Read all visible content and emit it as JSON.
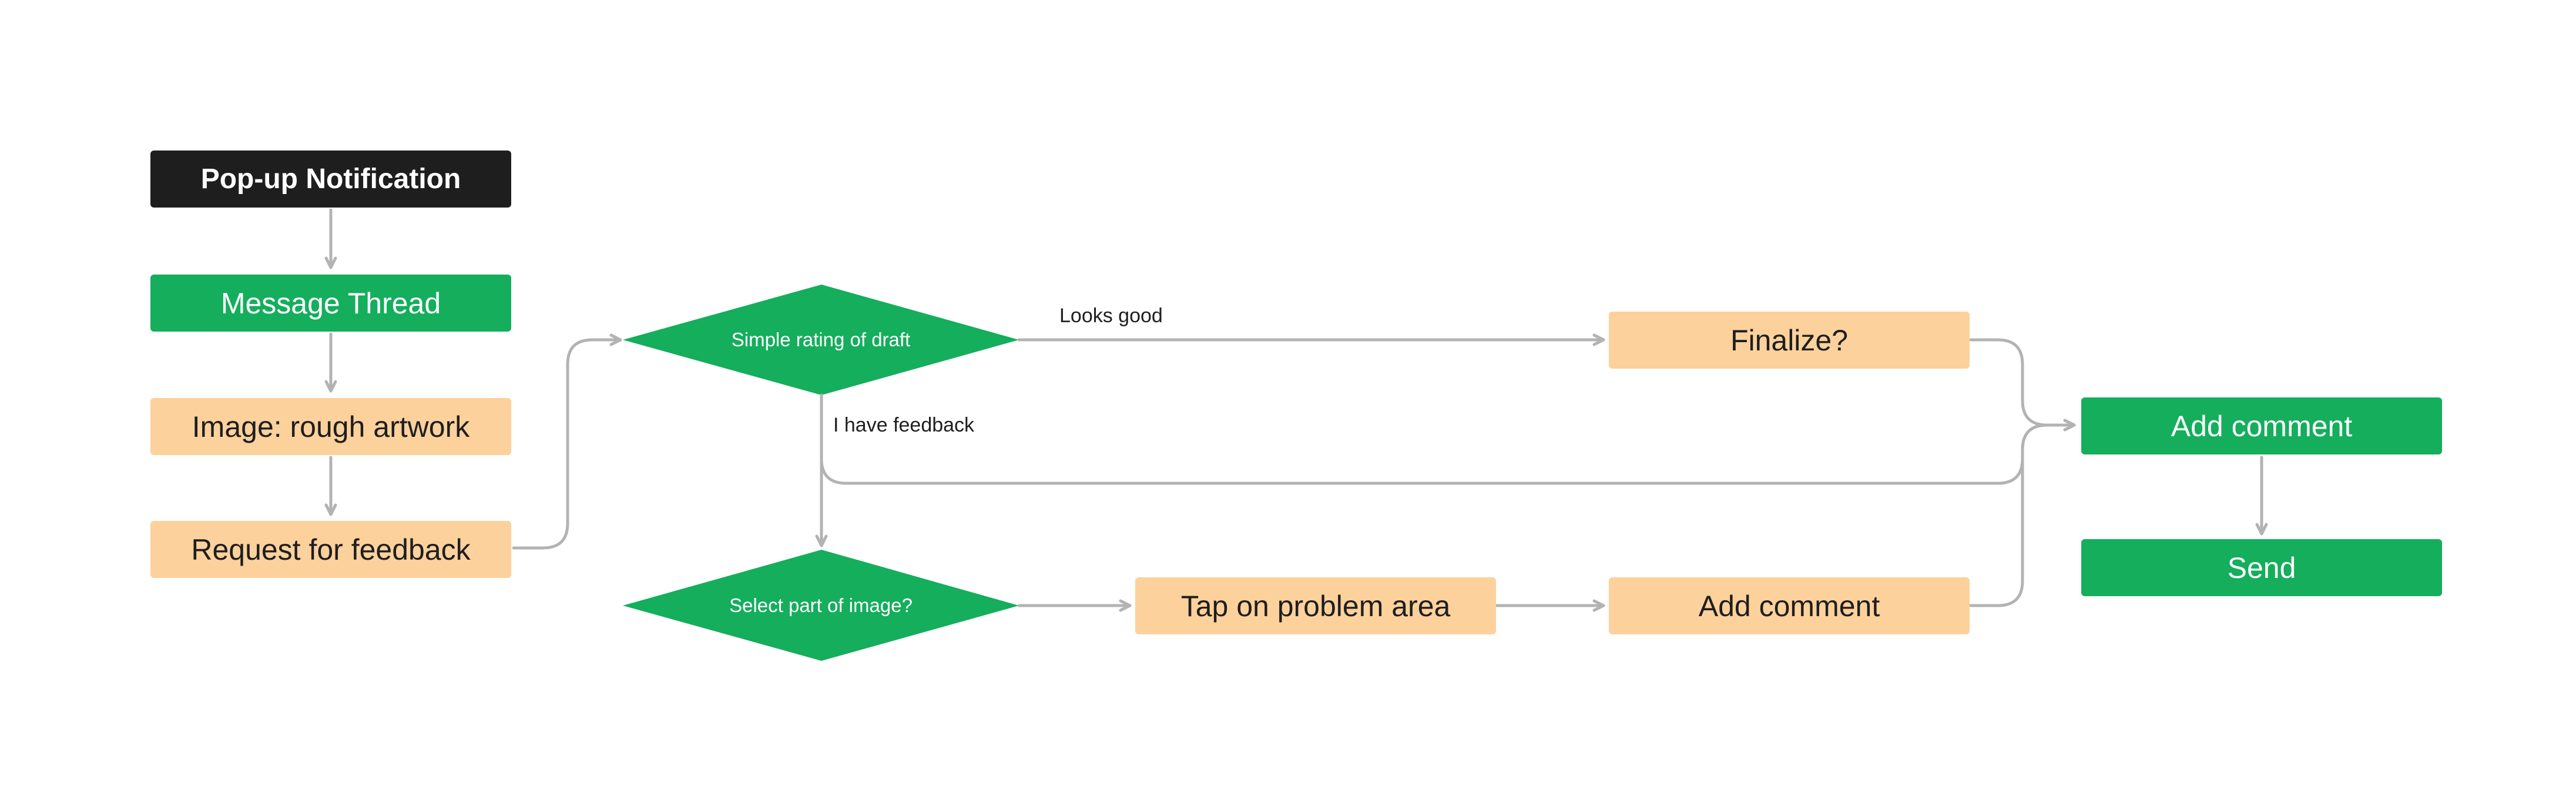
{
  "colors": {
    "dark_node": "#1e1e1e",
    "green_node": "#14ae5c",
    "orange_node": "#fcd19c",
    "connector": "#b3b3b3",
    "text_dark": "#1e1e1e",
    "text_light": "#ffffff"
  },
  "nodes": {
    "popup_notification": "Pop-up Notification",
    "message_thread": "Message Thread",
    "image_rough_artwork": "Image: rough artwork",
    "request_for_feedback": "Request for feedback",
    "simple_rating": "Simple rating of draft",
    "select_part": "Select part of image?",
    "tap_problem_area": "Tap on problem area",
    "add_comment_lower": "Add comment",
    "finalize": "Finalize?",
    "add_comment_right": "Add comment",
    "send": "Send"
  },
  "edge_labels": {
    "looks_good": "Looks good",
    "have_feedback": "I have feedback"
  }
}
